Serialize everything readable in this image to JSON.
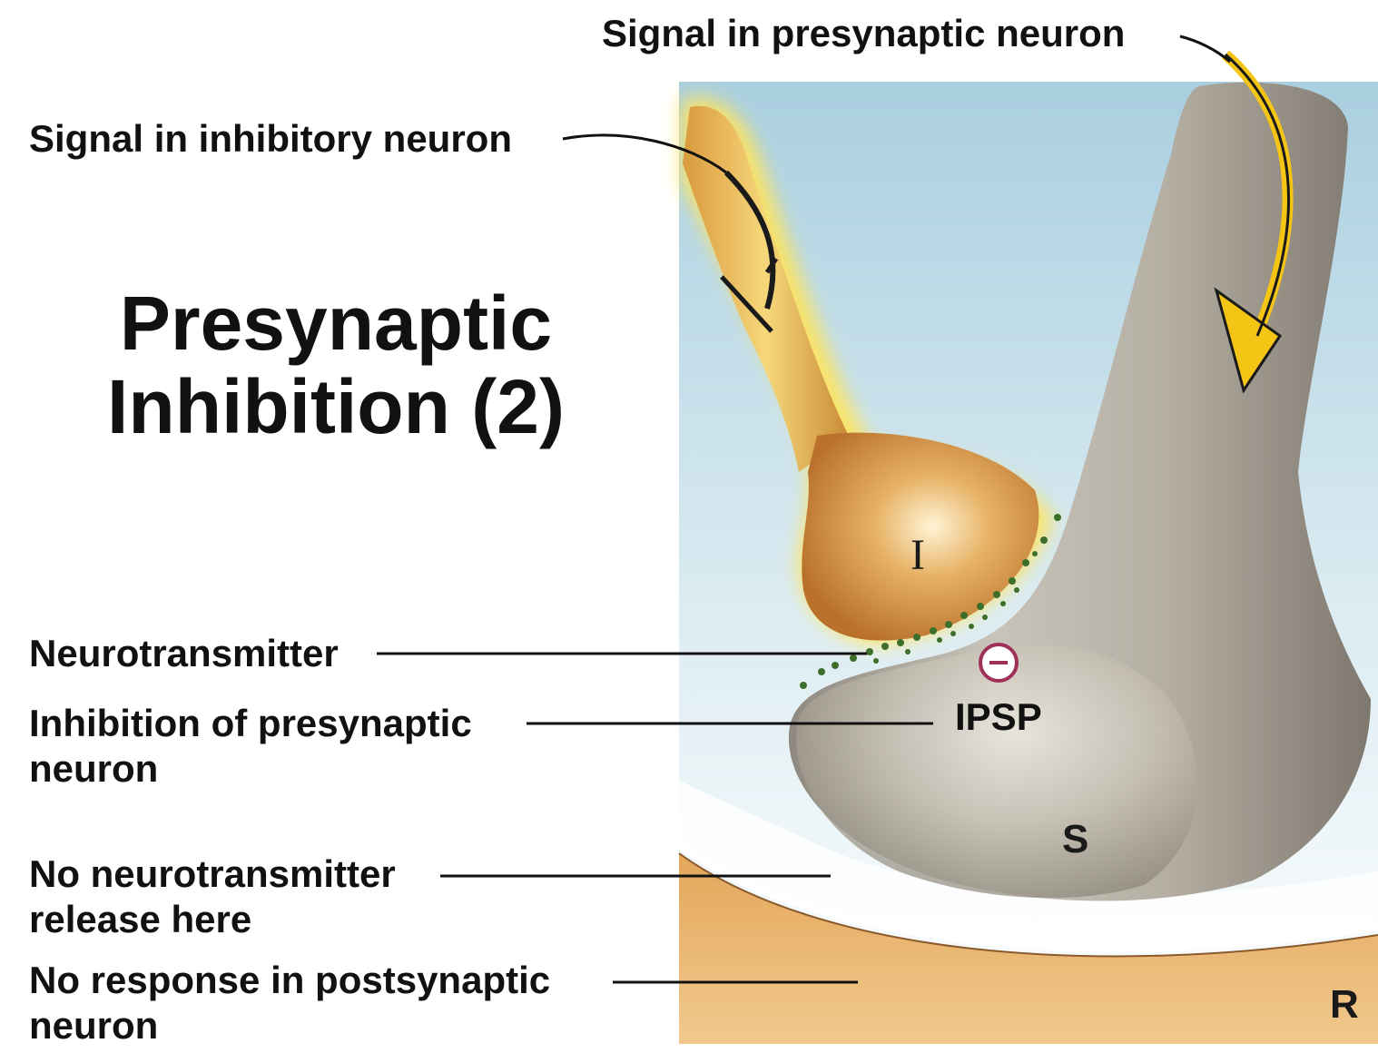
{
  "title": {
    "line1": "Presynaptic",
    "line2": "Inhibition (2)"
  },
  "labels": {
    "signal_presynaptic": "Signal in presynaptic neuron",
    "signal_inhibitory": "Signal in inhibitory neuron",
    "neurotransmitter": "Neurotransmitter",
    "inhibition_line1": "Inhibition of presynaptic",
    "inhibition_line2": "neuron",
    "no_release_line1": "No neurotransmitter",
    "no_release_line2": "release here",
    "no_response_line1": "No response in postsynaptic",
    "no_response_line2": "neuron",
    "ipsp": "IPSP",
    "inhibitory_terminal": "I",
    "sensory_terminal": "S",
    "receptor_neuron": "R",
    "minus_sign": "−"
  },
  "colors": {
    "background_sky_top": "#a9cfe0",
    "background_sky_bottom": "#ffffff",
    "inhibitory_neuron": "#c8893a",
    "inhibitory_glow": "#ffe45a",
    "presynaptic_neuron": "#a9a398",
    "postsynaptic_neuron": "#dc9a4a",
    "signal_arrow": "#f5c515",
    "vesicle": "#3d6e2a",
    "minus_circle": "#a0305a"
  },
  "icons": {
    "signal_arrows": "curved-yellow-arrow",
    "minus": "minus-circle-icon",
    "vesicles": "dots"
  }
}
